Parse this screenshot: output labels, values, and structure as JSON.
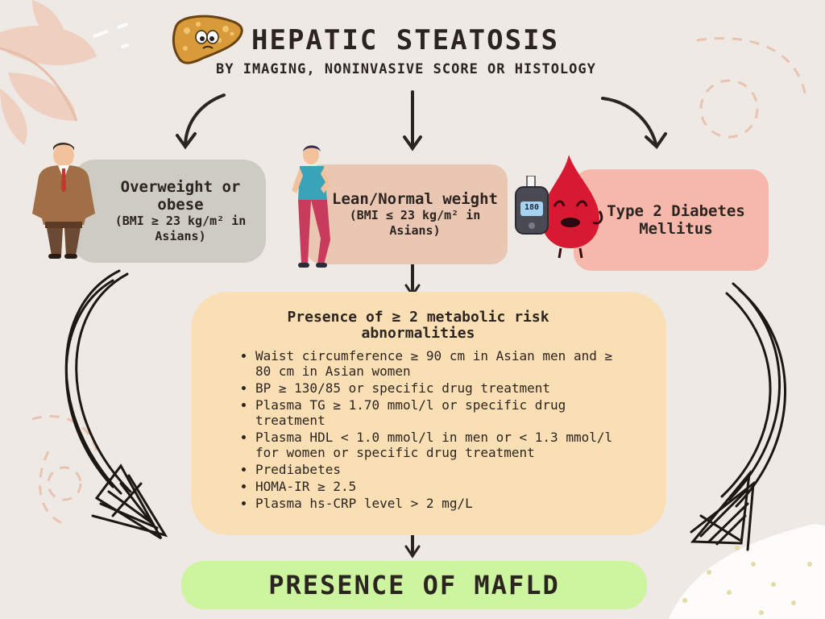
{
  "header": {
    "title": "HEPATIC STEATOSIS",
    "subtitle": "BY IMAGING, NONINVASIVE SCORE OR HISTOLOGY"
  },
  "categories": {
    "overweight": {
      "main": "Overweight or obese",
      "sub": "(BMI ≥ 23 kg/m² in Asians)"
    },
    "lean": {
      "main": "Lean/Normal weight",
      "sub": "(BMI ≤ 23 kg/m² in Asians)"
    },
    "diabetes": {
      "main": "Type 2 Diabetes Mellitus"
    }
  },
  "glucometer": {
    "reading": "180"
  },
  "risk": {
    "title": "Presence of ≥ 2 metabolic risk abnormalities",
    "items": [
      "Waist circumference ≥ 90 cm in Asian men and ≥ 80 cm in Asian women",
      "BP ≥ 130/85 or specific drug treatment",
      "Plasma TG ≥ 1.70 mmol/l or specific drug treatment",
      "Plasma HDL < 1.0 mmol/l in men or < 1.3 mmol/l for women or specific drug treatment",
      "Prediabetes",
      "HOMA-IR ≥ 2.5",
      "Plasma hs-CRP level > 2 mg/L"
    ]
  },
  "result": {
    "label": "PRESENCE OF MAFLD"
  },
  "colors": {
    "background": "#efe9e5",
    "overweight_box": "#cdcbc3",
    "lean_box": "#eac7b2",
    "diabetes_box": "#f6b8ab",
    "risk_box": "#fadfb5",
    "result_box": "#cdf59f",
    "text": "#2c2420"
  }
}
